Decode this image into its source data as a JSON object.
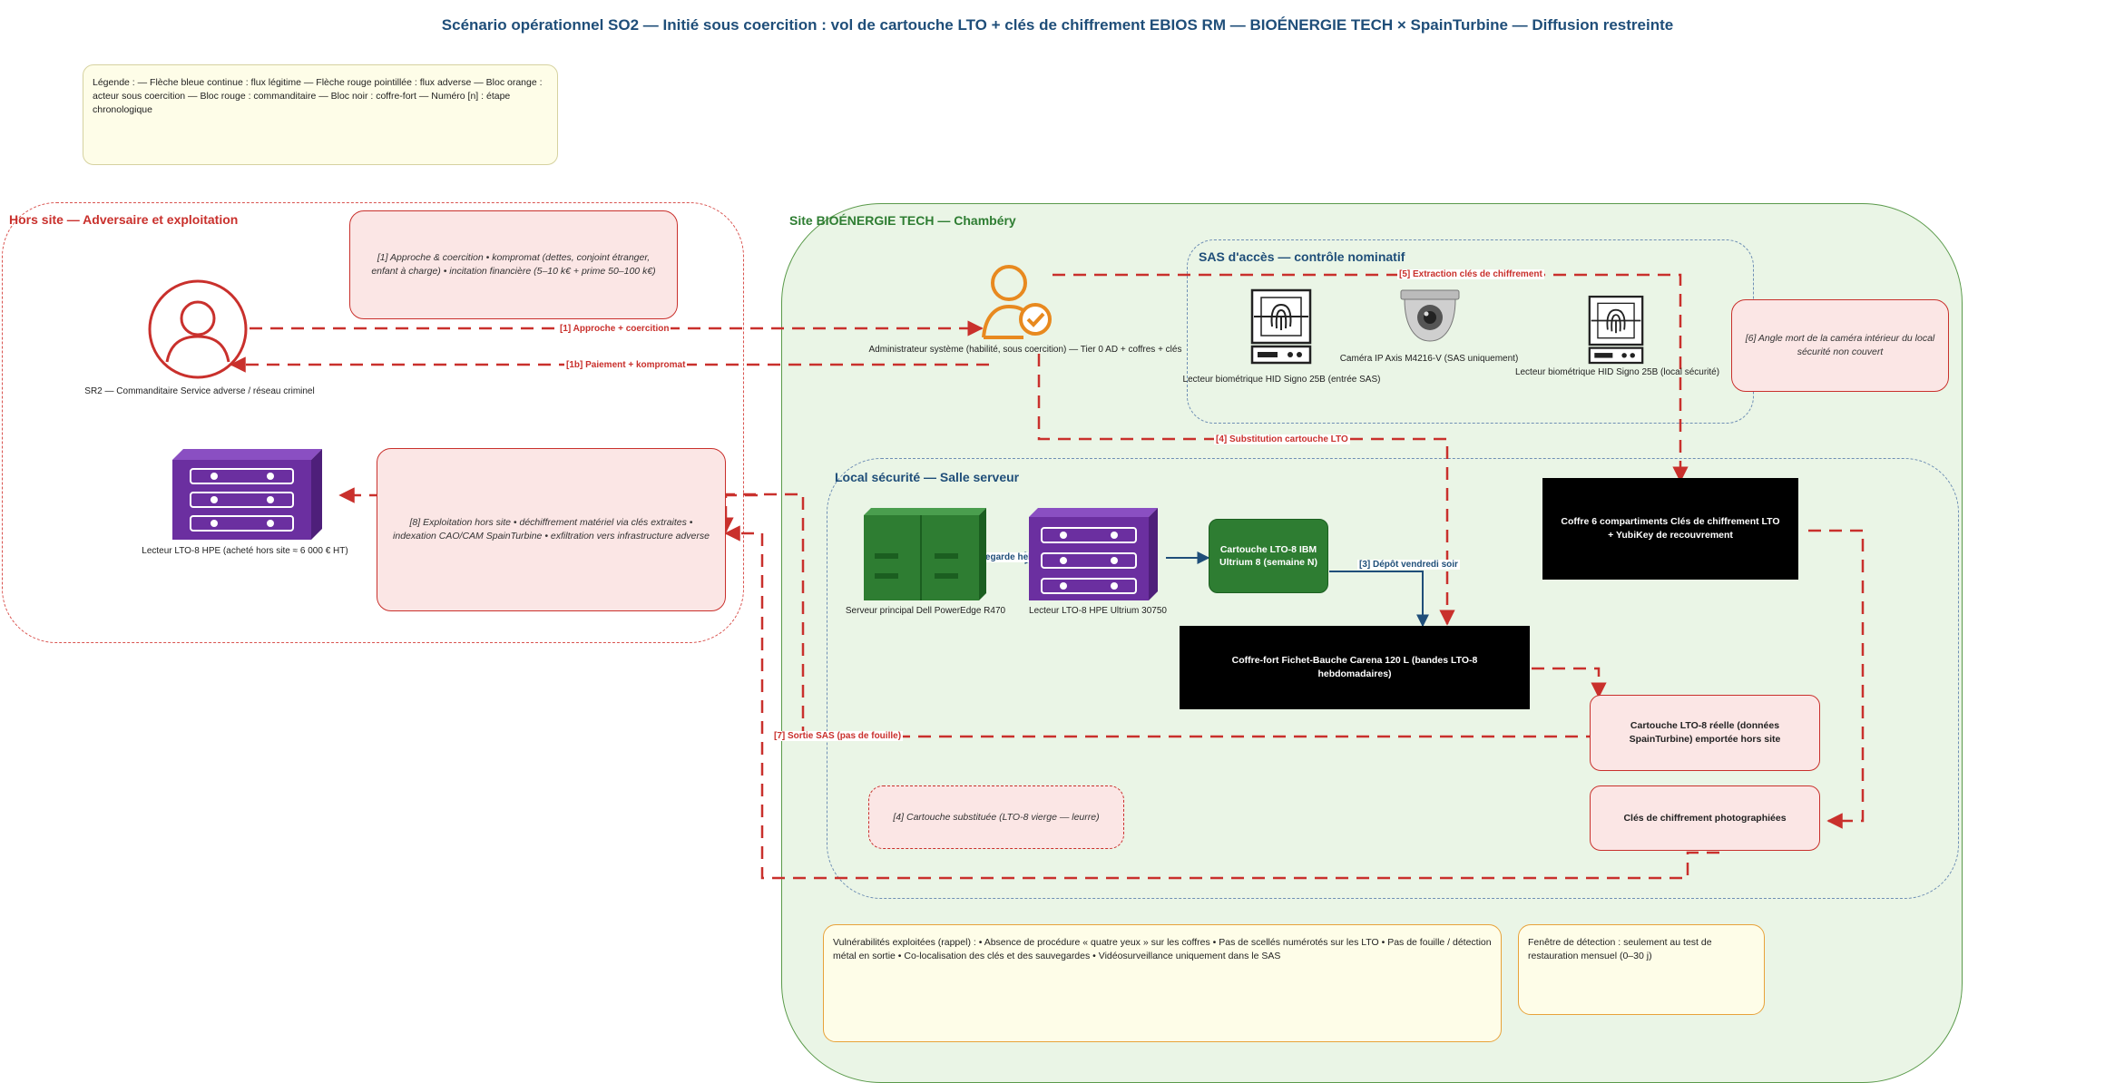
{
  "title": "Scénario opérationnel SO2 — Initié sous coercition : vol de cartouche LTO + clés de chiffrement EBIOS RM — BIOÉNERGIE TECH × SpainTurbine — Diffusion restreinte",
  "legend": "Légende : — Flèche bleue continue : flux légitime — Flèche rouge pointillée : flux adverse — Bloc orange : acteur sous coercition — Bloc rouge : commanditaire — Bloc noir : coffre-fort — Numéro [n] : étape chronologique",
  "zones": {
    "offsite": "Hors site — Adversaire et exploitation",
    "site": "Site BIOÉNERGIE TECH — Chambéry",
    "sas": "SAS d'accès — contrôle nominatif",
    "local": "Local sécurité — Salle serveur"
  },
  "actors": {
    "sr2": "SR2 — Commanditaire Service adverse / réseau criminel",
    "admin": "Administrateur système (habilité, sous coercition) — Tier 0 AD + coffres + clés"
  },
  "notes": {
    "step1": "[1] Approche & coercition • kompromat (dettes, conjoint étranger, enfant à charge) • incitation financière (5–10 k€ + prime 50–100 k€)",
    "step8": "[8] Exploitation hors site • déchiffrement matériel via clés extraites • indexation CAO/CAM SpainTurbine • exfiltration vers infrastructure adverse",
    "step6": "[6] Angle mort de la caméra intérieur du local sécurité non couvert",
    "step4_substitute": "[4] Cartouche substituée (LTO-8 vierge — leurre)",
    "vulnerabilities": "Vulnérabilités exploitées (rappel) : • Absence de procédure « quatre yeux » sur les coffres • Pas de scellés numérotés sur les LTO • Pas de fouille / détection métal en sortie • Co-localisation des clés et des sauvegardes • Vidéosurveillance uniquement dans le SAS",
    "detection": "Fenêtre de détection : seulement au test de restauration mensuel (0–30 j)"
  },
  "devices": {
    "offsite_reader": "Lecteur LTO-8 HPE (acheté hors site ≈ 6 000 € HT)",
    "bio_reader_entry": "Lecteur biométrique HID Signo 25B (entrée SAS)",
    "camera": "Caméra IP Axis M4216-V (SAS uniquement)",
    "bio_reader_local": "Lecteur biométrique HID Signo 25B (local sécurité)",
    "server": "Serveur principal Dell PowerEdge R470",
    "lto_reader": "Lecteur LTO-8 HPE Ultrium 30750",
    "cartridge": "Cartouche LTO-8 IBM Ultrium 8 (semaine N)"
  },
  "vaults": {
    "keys_vault": "Coffre 6 compartiments Clés de chiffrement LTO + YubiKey de recouvrement",
    "tape_vault": "Coffre-fort Fichet-Bauche Carena 120 L (bandes LTO-8 hebdomadaires)"
  },
  "outputs": {
    "real_cartridge": "Cartouche LTO-8 réelle (données SpainTurbine) emportée hors site",
    "keys_photo": "Clés de chiffrement photographiées"
  },
  "edges": {
    "e1": "[1] Approche + coercition",
    "e1b": "[1b] Paiement + kompromat",
    "e5": "[5] Extraction clés de chiffrement",
    "e4": "[4] Substitution cartouche LTO",
    "e2": "[2] Sauvegarde hebdomadaire",
    "e3": "[3] Dépôt vendredi soir",
    "e7": "[7] Sortie SAS (pas de fouille)"
  },
  "colors": {
    "adverse": "#c9302c",
    "legit": "#1f4e79",
    "site_bg": "#eaf5e6",
    "purple": "#6b2fa0",
    "orange": "#e8891f"
  }
}
